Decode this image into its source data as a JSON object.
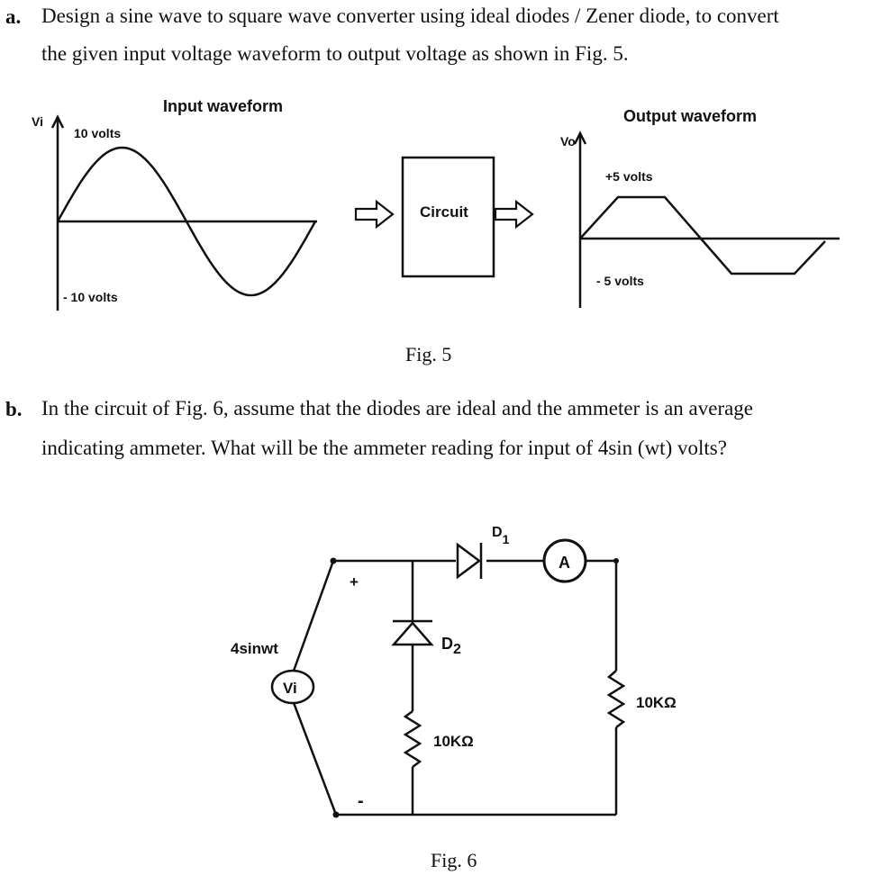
{
  "question_a": {
    "label": "a.",
    "line1": "Design a sine wave to square wave converter using ideal diodes / Zener diode, to convert",
    "line2": "the given input voltage waveform to output voltage as shown in Fig. 5."
  },
  "fig5": {
    "input_title": "Input waveform",
    "input_axis": "Vi",
    "input_pos": "10 volts",
    "input_neg": "- 10 volts",
    "box_label": "Circuit",
    "output_title": "Output waveform",
    "output_axis": "Vo",
    "output_pos": "+5 volts",
    "output_neg": "- 5 volts",
    "caption": "Fig. 5"
  },
  "question_b": {
    "label": "b.",
    "line1": "In the circuit of Fig. 6, assume that the diodes are ideal and the ammeter is an average",
    "line2": "indicating ammeter. What will be the ammeter reading for input of 4sin (wt) volts?"
  },
  "fig6": {
    "d1_letter": "D",
    "d1_sub": "1",
    "ammeter": "A",
    "plus": "+",
    "minus": "-",
    "source_value": "4sinwt",
    "source_label": "Vi",
    "d2_letter": "D",
    "d2_sub": "2",
    "r_middle": "10KΩ",
    "r_right": "10KΩ",
    "caption": "Fig. 6"
  }
}
